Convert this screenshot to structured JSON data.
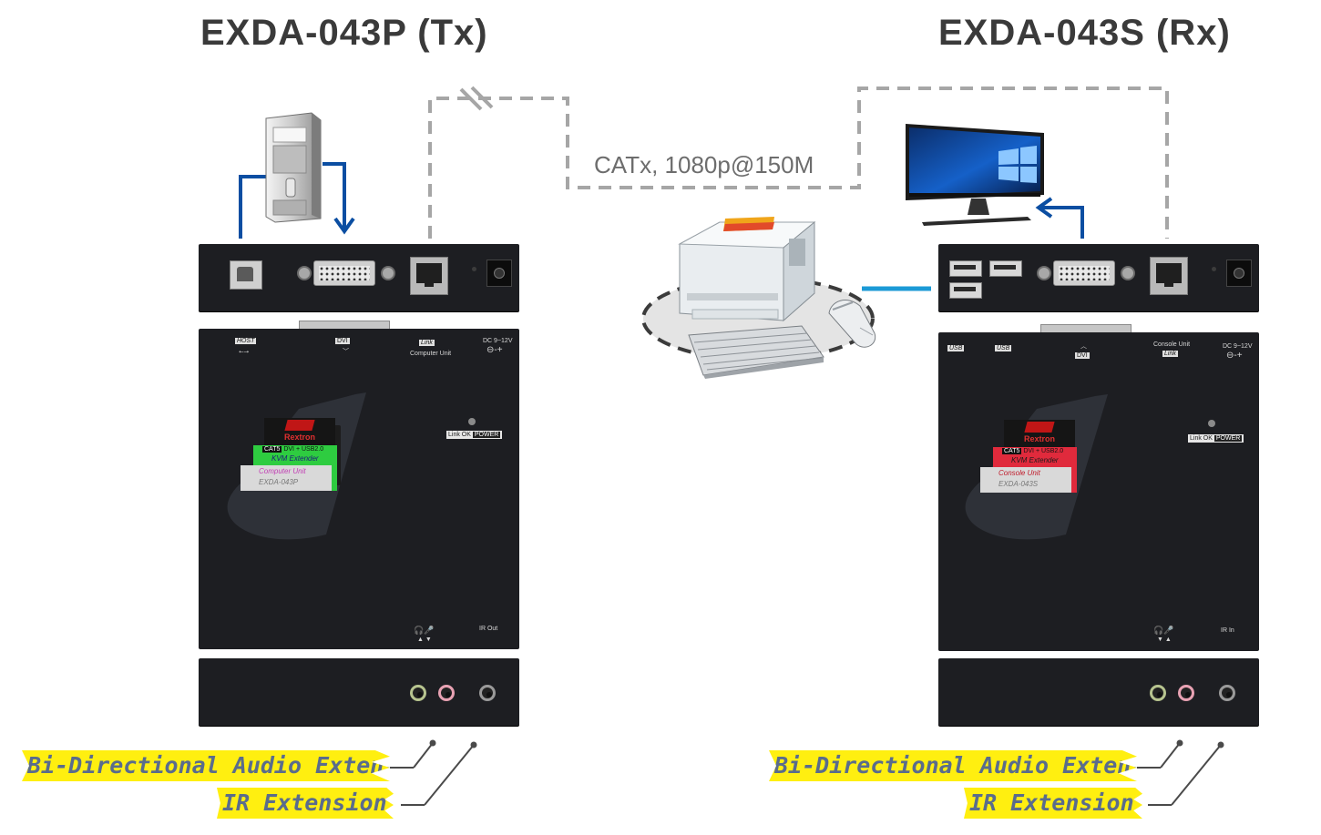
{
  "tx": {
    "title": "EXDA-043P (Tx)",
    "card_line1": "CAT5",
    "card_line2": "DVI + USB2.0",
    "card_line3": "KVM Extender",
    "card_line4": "Computer Unit",
    "card_line5": "EXDA-043P",
    "audio_label": "Bi-Directional Audio Extension",
    "ir_label": "IR Extension",
    "port_labels": {
      "host": "HOST",
      "dvi": "DVI",
      "link": "Link",
      "link_sub": "Computer Unit",
      "dc": "DC 9~12V",
      "ir": "IR Out"
    },
    "led_labels": {
      "link": "Link OK",
      "power": "POWER"
    }
  },
  "rx": {
    "title": "EXDA-043S (Rx)",
    "card_line1": "CAT5",
    "card_line2": "DVI + USB2.0",
    "card_line3": "KVM Extender",
    "card_line4": "Console Unit",
    "card_line5": "EXDA-043S",
    "audio_label": "Bi-Directional Audio Extension",
    "ir_label": "IR Extension",
    "port_labels": {
      "usb1": "USB",
      "usb2": "USB",
      "dvi": "DVI",
      "link": "Link",
      "link_sub": "Console Unit",
      "dc": "DC 9~12V",
      "ir": "IR In"
    },
    "led_labels": {
      "link": "Link OK",
      "power": "POWER"
    }
  },
  "brand": "Rextron",
  "link_label": "CATx, 1080p@150M",
  "icons": [
    "pc-tower-icon",
    "monitor-icon",
    "printer-icon",
    "keyboard-icon",
    "mouse-icon"
  ],
  "colors": {
    "panel": "#1d1e22",
    "cable_blue": "#0b4ea2",
    "cable_cyan": "#1b9ad6",
    "dashed_gray": "#a6a6a6",
    "banner": "#ffef10",
    "banner_text": "#5a6c8c",
    "title": "#3a3a3a"
  }
}
